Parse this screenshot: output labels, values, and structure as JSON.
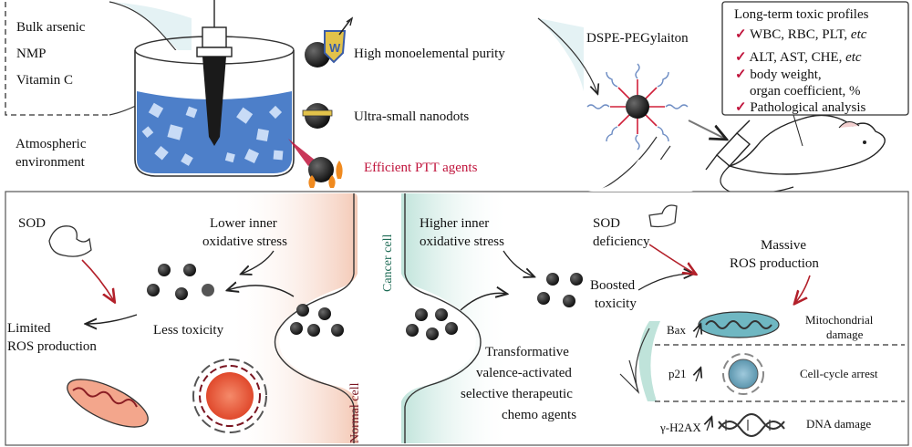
{
  "inputs": {
    "items": [
      "Bulk arsenic",
      "NMP",
      "Vitamin C"
    ]
  },
  "atmosphere": {
    "line1": "Atmospheric",
    "line2": "environment"
  },
  "features": {
    "purity": "High monoelemental purity",
    "nanodots": "Ultra-small nanodots",
    "ptt": "Efficient PTT agents",
    "ptt_color": "#c0143c"
  },
  "pegylation": {
    "label": "DSPE-PEGylaiton"
  },
  "toxic_profiles": {
    "title": "Long-term toxic profiles",
    "items": [
      {
        "text": "WBC, RBC, PLT, ",
        "suffix": "etc"
      },
      {
        "text": "ALT, AST, CHE, ",
        "suffix": "etc"
      },
      {
        "text": "body weight,",
        "suffix": ""
      },
      {
        "text": "organ coefficient, %",
        "suffix": ""
      },
      {
        "text": "Pathological analysis",
        "suffix": ""
      }
    ],
    "check_color": "#c0143c"
  },
  "normal": {
    "sod": "SOD",
    "stress_line1": "Lower inner",
    "stress_line2": "oxidative stress",
    "less_toxicity": "Less toxicity",
    "limited_line1": "Limited",
    "limited_line2": "ROS production",
    "cell_label": "Normal cell",
    "cell_label_color": "#7a1420",
    "bg_color": "#f7d9cc"
  },
  "cancer": {
    "cell_label": "Cancer cell",
    "cell_label_color": "#1e6b55",
    "bg_color": "#cfe9e2",
    "stress_line1": "Higher inner",
    "stress_line2": "oxidative stress",
    "sod_line1": "SOD",
    "sod_line2": "deficiency",
    "ros_line1": "Massive",
    "ros_line2": "ROS production",
    "boosted_line1": "Boosted",
    "boosted_line2": "toxicity",
    "transform": [
      "Transformative",
      "valence-activated",
      "selective therapeutic",
      "chemo agents"
    ]
  },
  "outcomes": {
    "bax": "Bax",
    "mito_line1": "Mitochondrial",
    "mito_line2": "damage",
    "p21": "p21",
    "cellcycle": "Cell-cycle arrest",
    "h2ax": "γ-H2AX",
    "dna": "DNA damage"
  },
  "colors": {
    "arrow_red": "#b3202a",
    "liquid": "#4d7fc9",
    "mito_teal": "#6fb7c2"
  }
}
